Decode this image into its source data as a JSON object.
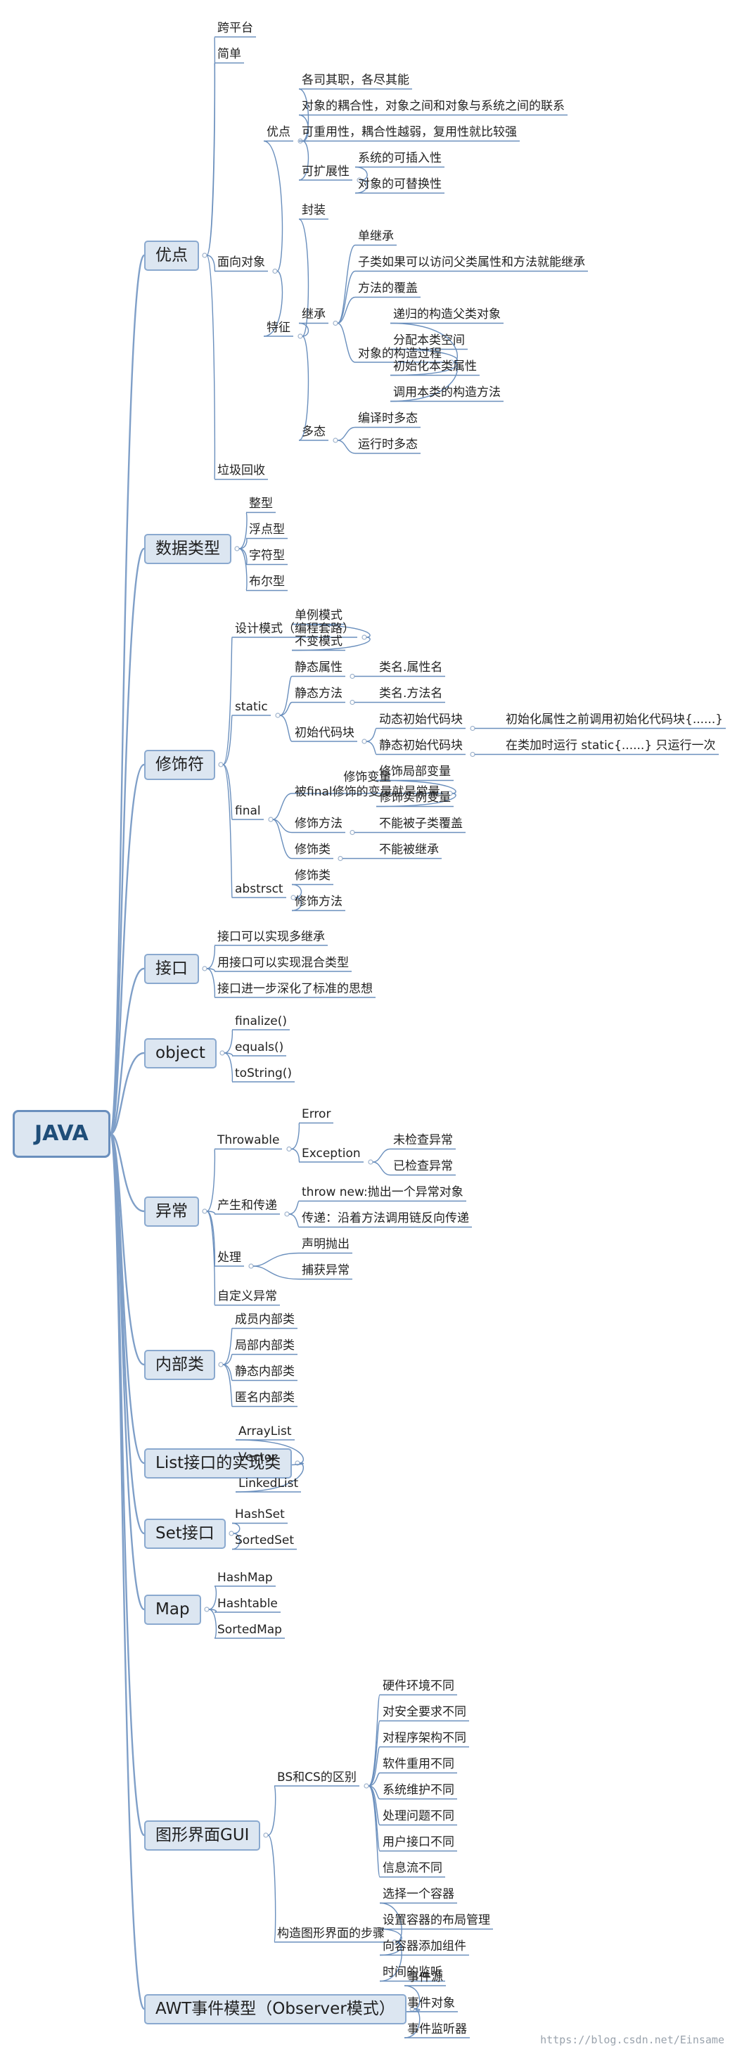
{
  "root": "JAVA",
  "watermark": "https://blog.csdn.net/Einsame",
  "branches": [
    {
      "label": "优点",
      "children": [
        {
          "label": "跨平台"
        },
        {
          "label": "简单"
        },
        {
          "label": "面向对象",
          "children": [
            {
              "label": "优点",
              "children": [
                {
                  "label": "各司其职，各尽其能"
                },
                {
                  "label": "对象的耦合性，对象之间和对象与系统之间的联系"
                },
                {
                  "label": "可重用性，耦合性越弱，复用性就比较强"
                },
                {
                  "label": "可扩展性",
                  "children": [
                    {
                      "label": "系统的可插入性"
                    },
                    {
                      "label": "对象的可替换性"
                    }
                  ]
                }
              ]
            },
            {
              "label": "特征",
              "children": [
                {
                  "label": "封装"
                },
                {
                  "label": "继承",
                  "children": [
                    {
                      "label": "单继承"
                    },
                    {
                      "label": "子类如果可以访问父类属性和方法就能继承"
                    },
                    {
                      "label": "方法的覆盖"
                    },
                    {
                      "label": "对象的构造过程",
                      "children": [
                        {
                          "label": "递归的构造父类对象"
                        },
                        {
                          "label": "分配本类空间"
                        },
                        {
                          "label": "初始化本类属性"
                        },
                        {
                          "label": "调用本类的构造方法"
                        }
                      ]
                    }
                  ]
                },
                {
                  "label": "多态",
                  "children": [
                    {
                      "label": "编译时多态"
                    },
                    {
                      "label": "运行时多态"
                    }
                  ]
                }
              ]
            }
          ]
        },
        {
          "label": "垃圾回收"
        }
      ]
    },
    {
      "label": "数据类型",
      "children": [
        {
          "label": "整型"
        },
        {
          "label": "浮点型"
        },
        {
          "label": "字符型"
        },
        {
          "label": "布尔型"
        }
      ]
    },
    {
      "label": "修饰符",
      "children": [
        {
          "label": "设计模式（编程套路）",
          "children": [
            {
              "label": "单例模式"
            },
            {
              "label": "不变模式"
            }
          ]
        },
        {
          "label": "static",
          "children": [
            {
              "label": "静态属性",
              "children": [
                {
                  "label": "类名.属性名"
                }
              ]
            },
            {
              "label": "静态方法",
              "children": [
                {
                  "label": "类名.方法名"
                }
              ]
            },
            {
              "label": "初始代码块",
              "children": [
                {
                  "label": "动态初始代码块",
                  "children": [
                    {
                      "label": "初始化属性之前调用初始化代码块{......}"
                    }
                  ]
                },
                {
                  "label": "静态初始代码块",
                  "children": [
                    {
                      "label": "在类加时运行 static{......} 只运行一次"
                    }
                  ]
                }
              ]
            }
          ]
        },
        {
          "label": "final",
          "children": [
            {
              "label": "修饰变量\n被final修饰的变量就是常量",
              "children": [
                {
                  "label": "修饰局部变量"
                },
                {
                  "label": "修饰实例变量"
                }
              ]
            },
            {
              "label": "修饰方法",
              "children": [
                {
                  "label": "不能被子类覆盖"
                }
              ]
            },
            {
              "label": "修饰类",
              "children": [
                {
                  "label": "不能被继承"
                }
              ]
            }
          ]
        },
        {
          "label": "abstrsct",
          "children": [
            {
              "label": "修饰类"
            },
            {
              "label": "修饰方法"
            }
          ]
        }
      ]
    },
    {
      "label": "接口",
      "children": [
        {
          "label": "接口可以实现多继承"
        },
        {
          "label": "用接口可以实现混合类型"
        },
        {
          "label": "接口进一步深化了标准的思想"
        }
      ]
    },
    {
      "label": "object",
      "children": [
        {
          "label": "finalize()"
        },
        {
          "label": "equals()"
        },
        {
          "label": "toString()"
        }
      ]
    },
    {
      "label": "异常",
      "children": [
        {
          "label": "Throwable",
          "children": [
            {
              "label": "Error"
            },
            {
              "label": "Exception",
              "children": [
                {
                  "label": "未检查异常"
                },
                {
                  "label": "已检查异常"
                }
              ]
            }
          ]
        },
        {
          "label": "产生和传递",
          "children": [
            {
              "label": "throw new:抛出一个异常对象"
            },
            {
              "label": "传递：沿着方法调用链反向传递"
            }
          ]
        },
        {
          "label": "处理",
          "children": [
            {
              "label": "声明抛出"
            },
            {
              "label": "捕获异常"
            }
          ]
        },
        {
          "label": "自定义异常"
        }
      ]
    },
    {
      "label": "内部类",
      "children": [
        {
          "label": "成员内部类"
        },
        {
          "label": "局部内部类"
        },
        {
          "label": "静态内部类"
        },
        {
          "label": "匿名内部类"
        }
      ]
    },
    {
      "label": "List接口的实现类",
      "children": [
        {
          "label": "ArrayList"
        },
        {
          "label": "Vector"
        },
        {
          "label": "LinkedList"
        }
      ]
    },
    {
      "label": "Set接口",
      "children": [
        {
          "label": "HashSet"
        },
        {
          "label": "SortedSet"
        }
      ]
    },
    {
      "label": "Map",
      "children": [
        {
          "label": "HashMap"
        },
        {
          "label": "Hashtable"
        },
        {
          "label": "SortedMap"
        }
      ]
    },
    {
      "label": "图形界面GUI",
      "children": [
        {
          "label": "BS和CS的区别",
          "children": [
            {
              "label": "硬件环境不同"
            },
            {
              "label": "对安全要求不同"
            },
            {
              "label": "对程序架构不同"
            },
            {
              "label": "软件重用不同"
            },
            {
              "label": "系统维护不同"
            },
            {
              "label": "处理问题不同"
            },
            {
              "label": "用户接口不同"
            },
            {
              "label": "信息流不同"
            }
          ]
        },
        {
          "label": "构造图形界面的步骤",
          "children": [
            {
              "label": "选择一个容器"
            },
            {
              "label": "设置容器的布局管理"
            },
            {
              "label": "向容器添加组件"
            },
            {
              "label": "时间的监听"
            }
          ]
        }
      ]
    },
    {
      "label": "AWT事件模型（Observer模式）",
      "children": [
        {
          "label": "事件源"
        },
        {
          "label": "事件对象"
        },
        {
          "label": "事件监听器"
        }
      ]
    }
  ]
}
